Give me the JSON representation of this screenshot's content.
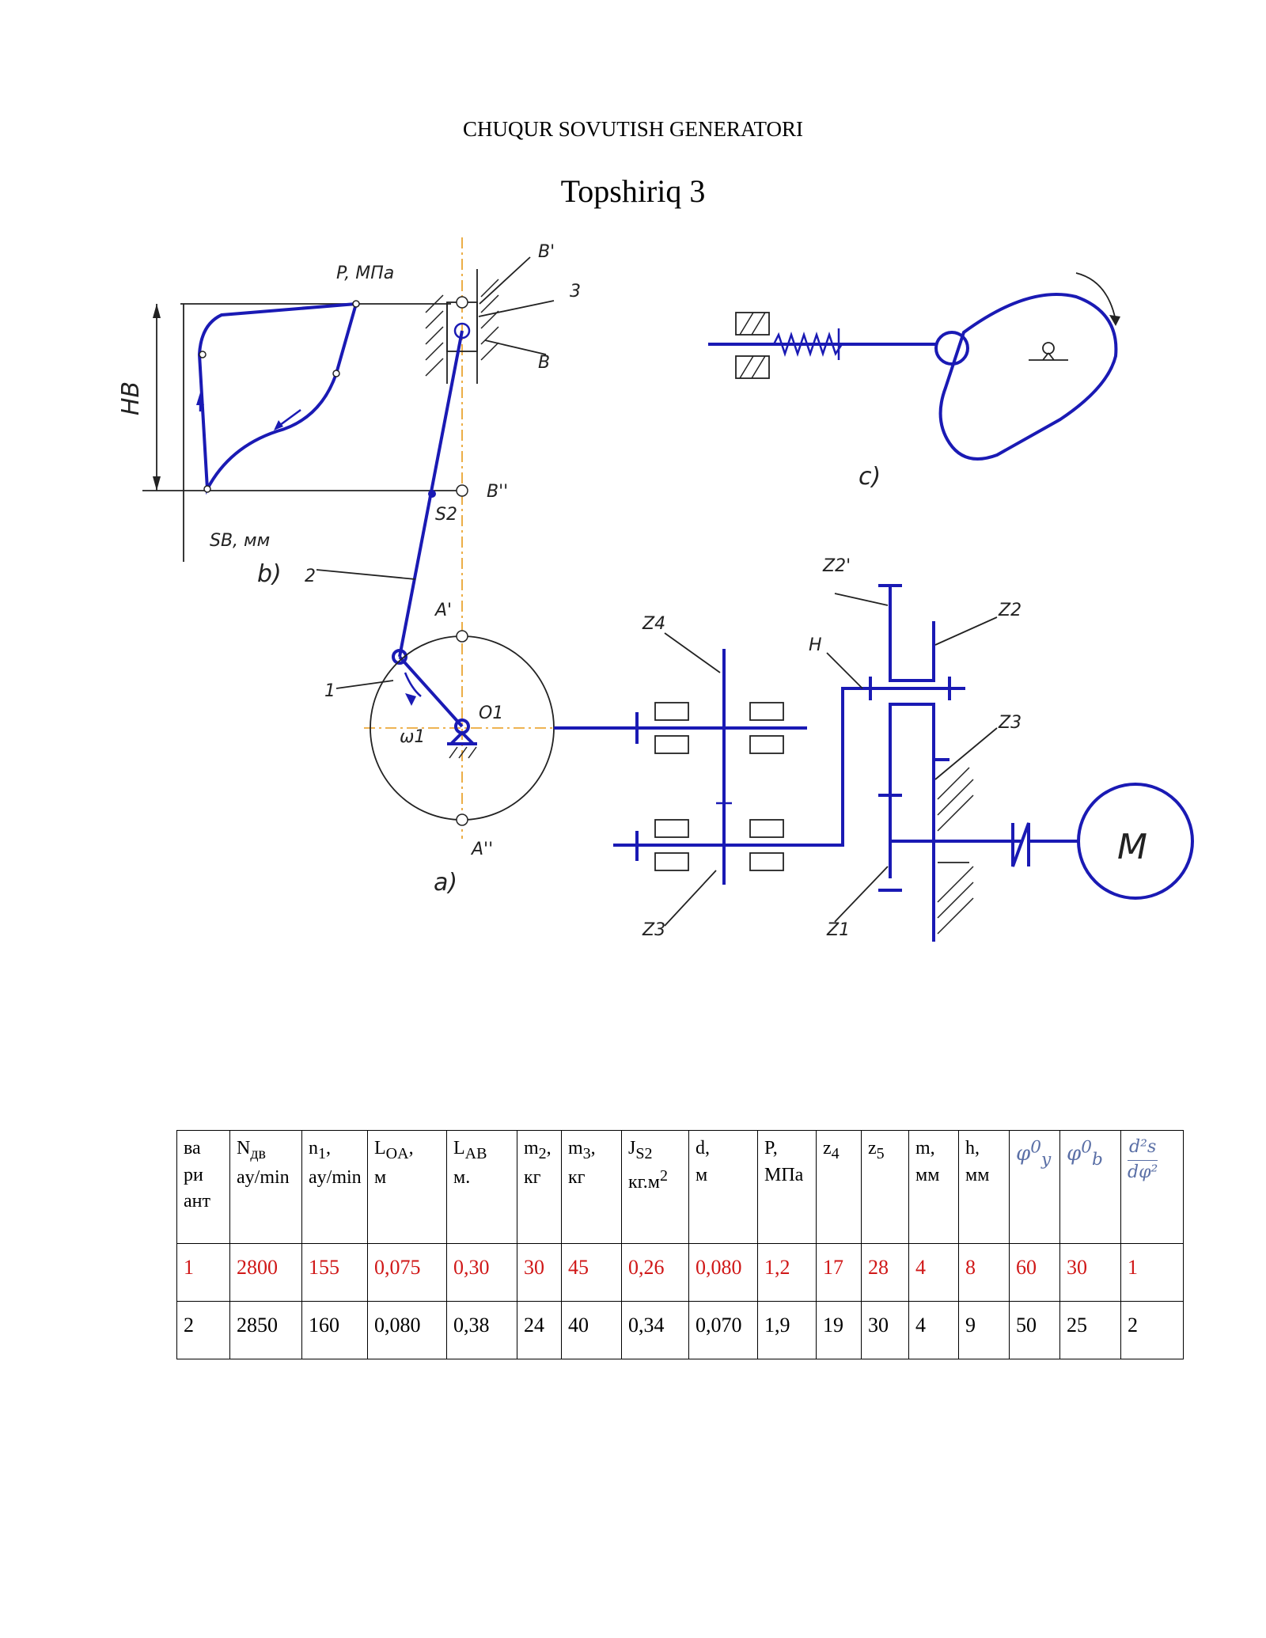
{
  "header": {
    "title": "CHUQUR SOVUTISH GENERATORI",
    "subtitle": "Topshiriq 3"
  },
  "figure": {
    "labels": {
      "p_axis": "P, МПа",
      "s_axis": "SB, мм",
      "hb": "HB",
      "b_prime": "B'",
      "b_double": "B''",
      "b": "B",
      "three": "3",
      "two": "2",
      "one": "1",
      "s2": "S2",
      "a_prime": "A'",
      "a_double": "A''",
      "o1": "O1",
      "omega1": "ω1",
      "sub_a": "a)",
      "sub_b": "b)",
      "sub_c": "c)",
      "z4": "Z4",
      "z3_left": "Z3",
      "z2prime": "Z2'",
      "z2": "Z2",
      "h": "H",
      "z3_right": "Z3",
      "z1": "Z1",
      "motor": "M"
    }
  },
  "table": {
    "headers": [
      {
        "lines": [
          "ва",
          "ри",
          "ант"
        ]
      },
      {
        "main": "N",
        "sub": "дв",
        "unit": "ay/min"
      },
      {
        "main": "n",
        "sub": "1",
        "suffix": ",",
        "unit": "ay/min"
      },
      {
        "main": "L",
        "sub": "OA",
        "suffix": ",",
        "unit": "м"
      },
      {
        "main": "L",
        "sub": "AB",
        "unit": "м."
      },
      {
        "main": "m",
        "sub": "2",
        "suffix": ",",
        "unit": "кг"
      },
      {
        "main": "m",
        "sub": "3",
        "suffix": ",",
        "unit": "кг"
      },
      {
        "main": "J",
        "sub": "S2",
        "unit": "кг.м",
        "sup": "2"
      },
      {
        "main": "d,",
        "unit": "м"
      },
      {
        "main": "P,",
        "unit": "МПа"
      },
      {
        "main": "z",
        "sub": "4"
      },
      {
        "main": "z",
        "sub": "5"
      },
      {
        "main": "m,",
        "unit": "мм"
      },
      {
        "main": "h,",
        "unit": "мм"
      },
      {
        "phi": "φ",
        "phi_sup": "0",
        "phi_sub": "y"
      },
      {
        "phi": "φ",
        "phi_sup": "0",
        "phi_sub": "b"
      },
      {
        "frac_num": "d²s",
        "frac_den": "dφ²"
      }
    ],
    "rows": [
      [
        "1",
        "2800",
        "155",
        "0,075",
        "0,30",
        "30",
        "45",
        "0,26",
        "0,080",
        "1,2",
        "17",
        "28",
        "4",
        "8",
        "60",
        "30",
        "1"
      ],
      [
        "2",
        "2850",
        "160",
        "0,080",
        "0,38",
        "24",
        "40",
        "0,34",
        "0,070",
        "1,9",
        "19",
        "30",
        "4",
        "9",
        "50",
        "25",
        "2"
      ]
    ],
    "highlight_color": "#d01818"
  }
}
